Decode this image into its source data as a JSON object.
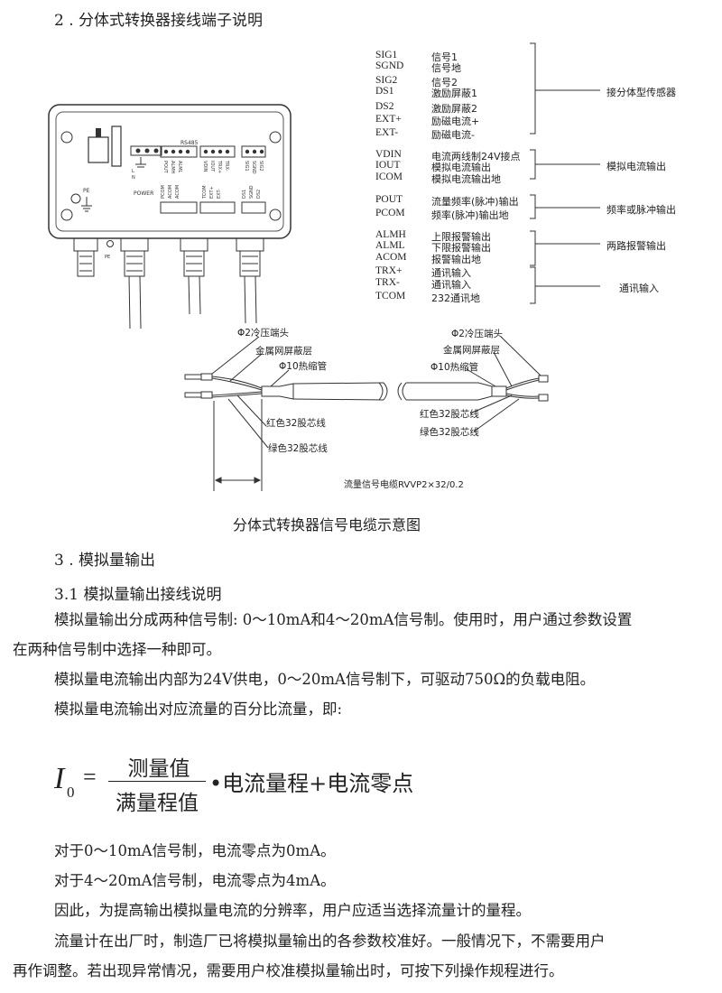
{
  "section2": {
    "title": "2 . 分体式转换器接线端子说明"
  },
  "terminals": [
    {
      "sig": "SIG1",
      "desc": "信号1"
    },
    {
      "sig": "SGND",
      "desc": "信号地"
    },
    {
      "sig": "SIG2",
      "desc": "信号2"
    },
    {
      "sig": "DS1",
      "desc": "激励屏蔽1"
    },
    {
      "sig": "DS2",
      "desc": "激励屏蔽2"
    },
    {
      "sig": "EXT+",
      "desc": "励磁电流+"
    },
    {
      "sig": "EXT-",
      "desc": "励磁电流-"
    },
    {
      "sig": "VDIN",
      "desc": "电流两线制24V接点"
    },
    {
      "sig": "IOUT",
      "desc": "模拟电流输出"
    },
    {
      "sig": "ICOM",
      "desc": "模拟电流输出地"
    },
    {
      "sig": "POUT",
      "desc": "流量频率(脉冲)输出"
    },
    {
      "sig": "PCOM",
      "desc": "频率(脉冲)输出地"
    },
    {
      "sig": "ALMH",
      "desc": "上限报警输出"
    },
    {
      "sig": "ALML",
      "desc": "下限报警输出"
    },
    {
      "sig": "ACOM",
      "desc": "报警输出地"
    },
    {
      "sig": "TRX+",
      "desc": "通讯输入"
    },
    {
      "sig": "TRX-",
      "desc": "通讯输入"
    },
    {
      "sig": "TCOM",
      "desc": "232通讯地"
    }
  ],
  "groups": [
    {
      "label": "接分体型传感器"
    },
    {
      "label": "模拟电流输出"
    },
    {
      "label": "频率或脉冲输出"
    },
    {
      "label": "两路报警输出"
    },
    {
      "label": "通讯输入"
    }
  ],
  "device_box": {
    "rs485": "RS485",
    "power": "POWER",
    "pe": "PE",
    "pe_bottom": "PE",
    "l": "L",
    "n": "N",
    "top_labels": [
      "POUT",
      "ALMH",
      "ALML",
      "VDIN",
      "IOUT",
      "TRX+",
      "TRX-",
      "SIG1",
      "SGND",
      "SIG2"
    ],
    "bottom_labels": [
      "PCOM",
      "ACOM",
      "ACOM",
      "TCOM",
      "EXT+",
      "EXT-",
      "DS1",
      "SGND",
      "DS2"
    ]
  },
  "cable": {
    "left_crimp": "Φ2冷压端头",
    "left_shield": "金属网屏蔽层",
    "left_shrink": "Φ10热缩管",
    "left_red": "红色32股芯线",
    "left_green": "绿色32股芯线",
    "right_crimp": "Φ2冷压端头",
    "right_shield": "金属网屏蔽层",
    "right_shrink": "Φ10热缩管",
    "right_red": "红色32股芯线",
    "right_green": "绿色32股芯线",
    "spec": "流量信号电缆RVVP2×32/0.2",
    "caption": "分体式转换器信号电缆示意图"
  },
  "section3": {
    "title": "3 . 模拟量输出",
    "sub": "3.1 模拟量输出接线说明",
    "p1a": "模拟量输出分成两种信号制: 0～10mA和4～20mA信号制。使用时，用户通过参数设置",
    "p1b": "在两种信号制中选择一种即可。",
    "p2": "模拟量电流输出内部为24V供电，0～20mA信号制下，可驱动750Ω的负载电阻。",
    "p3": "模拟量电流输出对应流量的百分比流量，即:"
  },
  "formula": {
    "var": "I",
    "sub": "0",
    "eq": "=",
    "numerator": "测量值",
    "denominator": "满量程值",
    "rest": "•电流量程+电流零点"
  },
  "notes": {
    "n1": "对于0～10mA信号制，电流零点为0mA。",
    "n2": "对于4～20mA信号制，电流零点为4mA。",
    "n3": "因此，为提高输出模拟量电流的分辨率，用户应适当选择流量计的量程。",
    "n4a": "流量计在出厂时，制造厂已将模拟量输出的各参数校准好。一般情况下，不需要用户",
    "n4b": "再作调整。若出现异常情况，需要用户校准模拟量输出时，可按下列操作规程进行。"
  }
}
